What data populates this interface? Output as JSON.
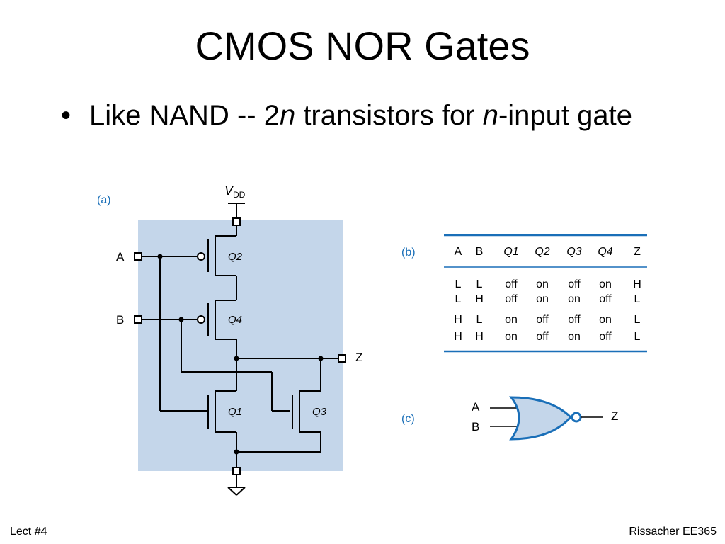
{
  "slide": {
    "title": "CMOS NOR Gates",
    "bullet": {
      "pre": "Like NAND -- 2",
      "n1": "n",
      "mid": " transistors for ",
      "n2": "n",
      "post": "-input gate"
    }
  },
  "figure": {
    "label_a": "(a)",
    "label_b": "(b)",
    "label_c": "(c)",
    "vdd_v": "V",
    "vdd_sub": "DD",
    "input_a": "A",
    "input_b": "B",
    "output_z": "Z",
    "transistors": [
      "Q2",
      "Q4",
      "Q1",
      "Q3"
    ],
    "table": {
      "headers": [
        "A",
        "B",
        "Q1",
        "Q2",
        "Q3",
        "Q4",
        "Z"
      ],
      "rows": [
        [
          "L",
          "L",
          "off",
          "on",
          "off",
          "on",
          "H"
        ],
        [
          "L",
          "H",
          "off",
          "on",
          "on",
          "off",
          "L"
        ],
        [
          "H",
          "L",
          "on",
          "off",
          "off",
          "on",
          "L"
        ],
        [
          "H",
          "H",
          "on",
          "off",
          "on",
          "off",
          "L"
        ]
      ]
    },
    "gate": {
      "in_a": "A",
      "in_b": "B",
      "out": "Z"
    },
    "colors": {
      "panel": "#c4d6ea",
      "accent": "#1a6fb8",
      "gate_fill": "#c4d6ea"
    }
  },
  "footer": {
    "left": "Lect #4",
    "right": "Rissacher EE365"
  }
}
